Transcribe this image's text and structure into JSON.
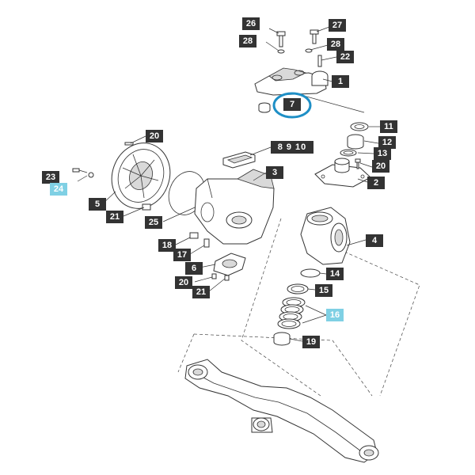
{
  "diagram": {
    "callouts": [
      {
        "id": "26",
        "label": "26"
      },
      {
        "id": "27",
        "label": "27"
      },
      {
        "id": "28a",
        "label": "28"
      },
      {
        "id": "28b",
        "label": "28"
      },
      {
        "id": "22",
        "label": "22"
      },
      {
        "id": "1",
        "label": "1"
      },
      {
        "id": "7",
        "label": "7"
      },
      {
        "id": "11",
        "label": "11"
      },
      {
        "id": "12",
        "label": "12"
      },
      {
        "id": "13",
        "label": "13"
      },
      {
        "id": "20a",
        "label": "20"
      },
      {
        "id": "20b",
        "label": "20"
      },
      {
        "id": "8910",
        "label": "8 9 10"
      },
      {
        "id": "3",
        "label": "3"
      },
      {
        "id": "2",
        "label": "2"
      },
      {
        "id": "23",
        "label": "23"
      },
      {
        "id": "24",
        "label": "24"
      },
      {
        "id": "5",
        "label": "5"
      },
      {
        "id": "21a",
        "label": "21"
      },
      {
        "id": "25",
        "label": "25"
      },
      {
        "id": "4",
        "label": "4"
      },
      {
        "id": "18",
        "label": "18"
      },
      {
        "id": "17",
        "label": "17"
      },
      {
        "id": "6",
        "label": "6"
      },
      {
        "id": "14",
        "label": "14"
      },
      {
        "id": "15",
        "label": "15"
      },
      {
        "id": "20c",
        "label": "20"
      },
      {
        "id": "21b",
        "label": "21"
      },
      {
        "id": "16",
        "label": "16"
      },
      {
        "id": "19",
        "label": "19"
      }
    ],
    "highlighted": [
      "24",
      "16"
    ],
    "selected": "7",
    "colors": {
      "tag_bg": "#333333",
      "tag_text": "#ffffff",
      "highlight_bg": "#7fd0e4",
      "selection_ring": "#1e8fc6"
    }
  }
}
